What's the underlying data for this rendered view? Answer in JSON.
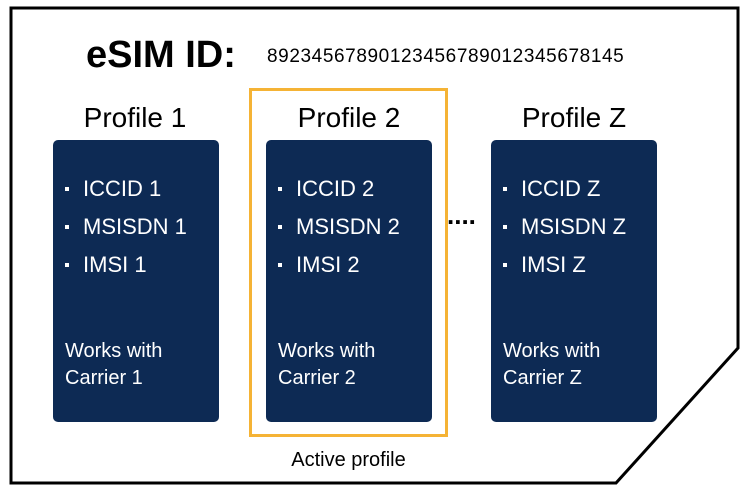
{
  "esim": {
    "label": "eSIM ID:",
    "value": "89234567890123456789012345678145"
  },
  "profiles": [
    {
      "title": "Profile 1",
      "items": [
        "ICCID 1",
        "MSISDN 1",
        "IMSI 1"
      ],
      "carrier": "Works with\nCarrier 1"
    },
    {
      "title": "Profile 2",
      "items": [
        "ICCID 2",
        "MSISDN 2",
        "IMSI 2"
      ],
      "carrier": "Works with\nCarrier 2"
    },
    {
      "title": "Profile Z",
      "items": [
        "ICCID Z",
        "MSISDN Z",
        "IMSI Z"
      ],
      "carrier": "Works with\nCarrier Z"
    }
  ],
  "ellipsis": "....",
  "active_profile_label": "Active profile",
  "colors": {
    "card_background": "#0d2a54",
    "card_text": "#ffffff",
    "active_highlight": "#f5b335",
    "outline": "#000000"
  }
}
